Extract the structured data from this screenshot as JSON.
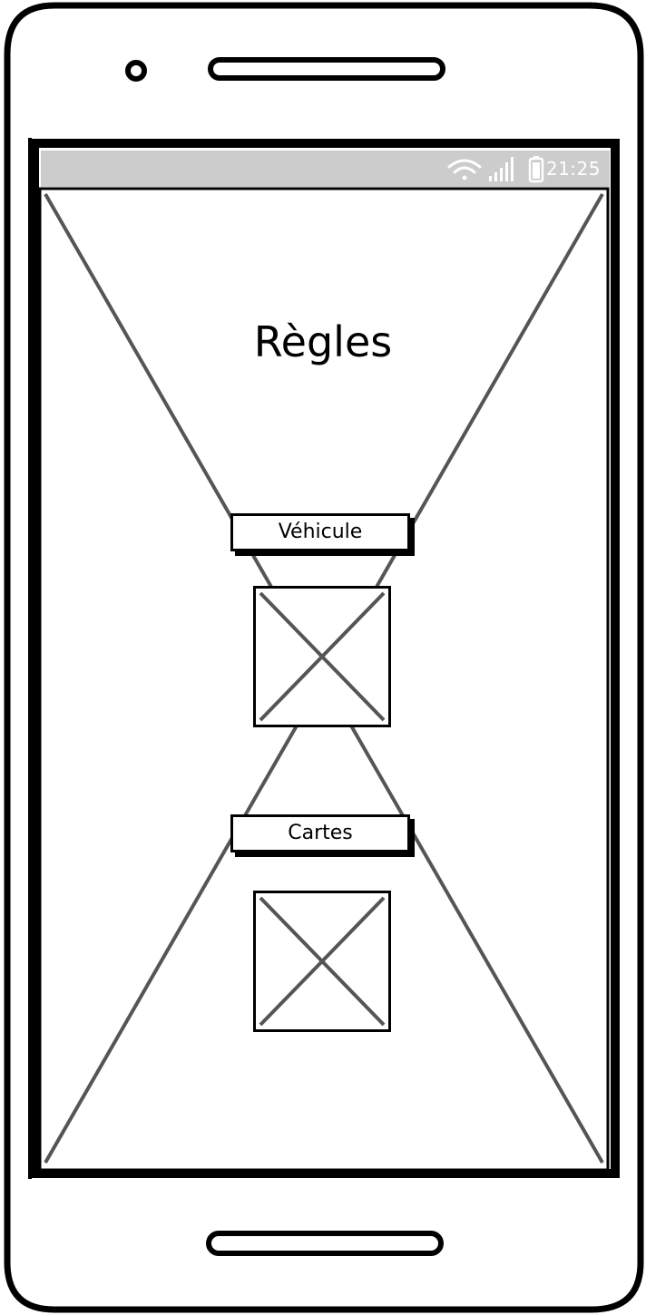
{
  "status_bar": {
    "time": "21:25",
    "icons": [
      "wifi-icon",
      "signal-icon",
      "battery-icon"
    ]
  },
  "screen": {
    "title": "Règles",
    "background_placeholder": "image-placeholder"
  },
  "buttons": {
    "vehicule_label": "Véhicule",
    "cartes_label": "Cartes"
  },
  "images": {
    "vehicule": "image-placeholder",
    "cartes": "image-placeholder"
  },
  "colors": {
    "status_bar_bg": "#cccccc",
    "status_text": "#ffffff",
    "line_gray": "#555555",
    "outline": "#000000"
  }
}
